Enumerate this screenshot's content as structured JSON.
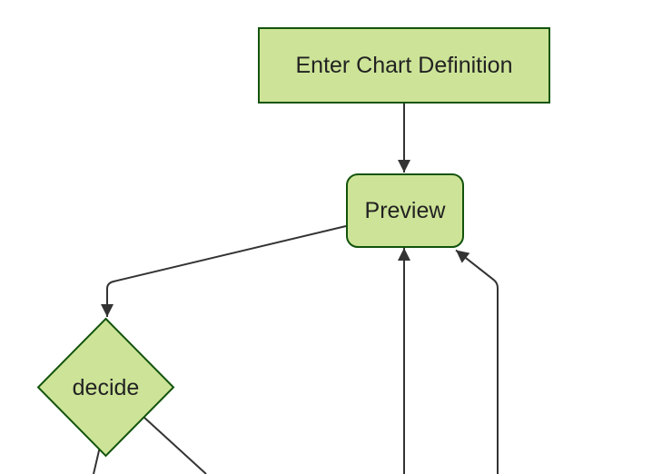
{
  "app": {
    "type": "flowchart-diagram",
    "background": "white"
  },
  "theme": {
    "canvas_bg": "#ffffff",
    "node_fill": "#cde498",
    "node_border": "#13540c",
    "edge_color": "#333333",
    "text_color": "#222222"
  },
  "diagram": {
    "nodes": [
      {
        "label": "Enter Chart Definition",
        "shape": "rectangle"
      },
      {
        "label": "Preview",
        "shape": "rounded-rectangle"
      },
      {
        "label": "decide",
        "shape": "diamond"
      }
    ],
    "edges": [
      {
        "from": "enter-chart-definition",
        "to": "preview",
        "arrowhead": true
      },
      {
        "from": "preview",
        "to": "decide",
        "arrowhead": true
      },
      {
        "from": "offscreen-bottom",
        "to": "preview",
        "arrowhead": true
      },
      {
        "from": "offscreen-bottom-right",
        "to": "preview",
        "arrowhead": true
      },
      {
        "from": "decide",
        "to": "offscreen-bottom-left",
        "arrowhead": false
      },
      {
        "from": "decide",
        "to": "offscreen-bottom-right",
        "arrowhead": false
      }
    ]
  }
}
